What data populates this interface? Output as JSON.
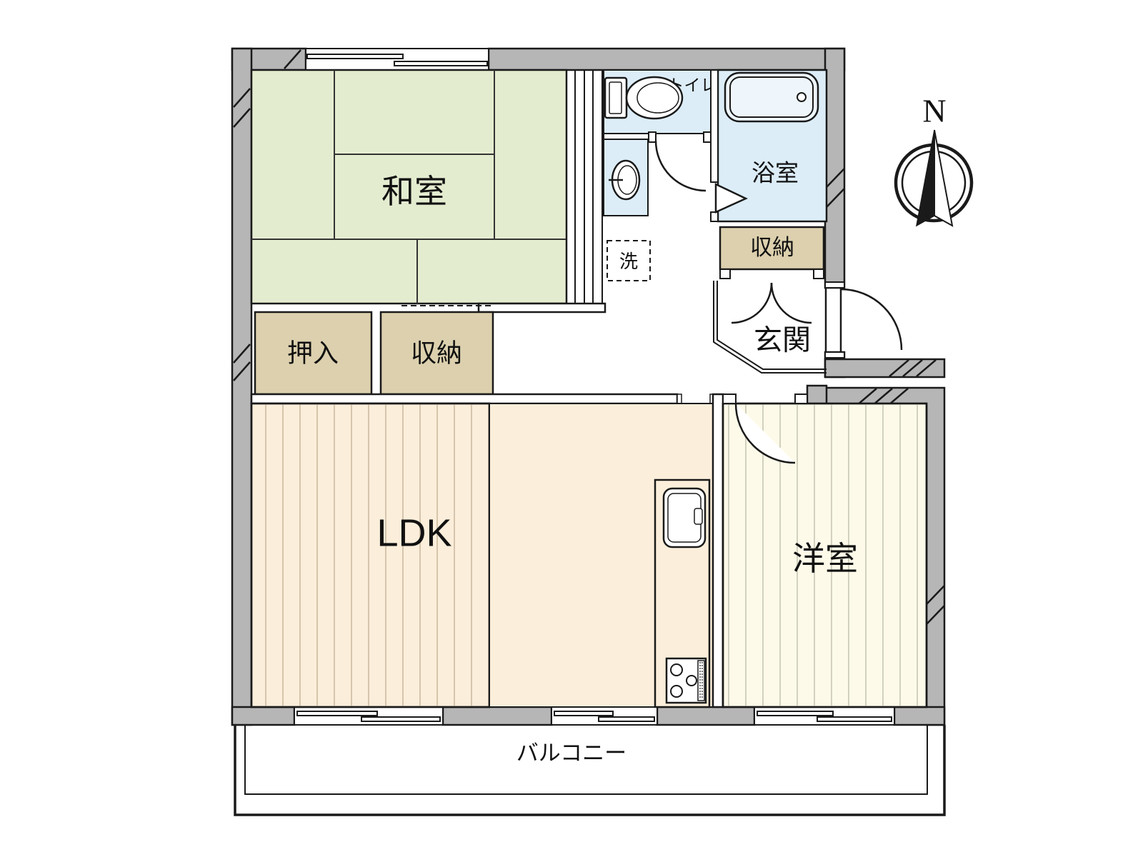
{
  "compass": {
    "label": "N"
  },
  "rooms": {
    "washitsu": {
      "label": "和室"
    },
    "toilet": {
      "label": "トイレ"
    },
    "bathroom": {
      "label": "浴室"
    },
    "laundry": {
      "label": "洗"
    },
    "storage_hall": {
      "label": "収納"
    },
    "entrance": {
      "label": "玄関"
    },
    "oshiire": {
      "label": "押入"
    },
    "storage_washitsu": {
      "label": "収納"
    },
    "ldk": {
      "label": "LDK"
    },
    "western_room": {
      "label": "洋室"
    },
    "balcony": {
      "label": "バルコニー"
    }
  },
  "colors": {
    "wall": "#b6b6b6",
    "tatami": "#e4ecd0",
    "water": "#dcedf8",
    "tub": "#eef6fc",
    "storage": "#dcd0ae",
    "ldk_floor": "#fbeeda",
    "western_floor": "#fdfae9",
    "line": "#1a1a1a"
  }
}
